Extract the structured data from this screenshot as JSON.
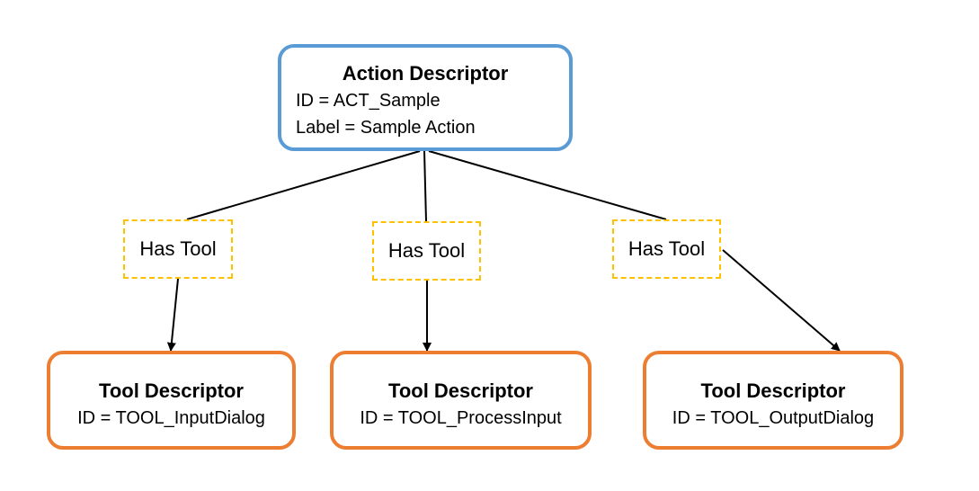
{
  "action": {
    "title": "Action Descriptor",
    "id_line": "ID = ACT_Sample",
    "label_line": "Label = Sample Action"
  },
  "relations": [
    {
      "label": "Has Tool"
    },
    {
      "label": "Has Tool"
    },
    {
      "label": "Has Tool"
    }
  ],
  "tools": [
    {
      "title": "Tool Descriptor",
      "id_line": "ID = TOOL_InputDialog"
    },
    {
      "title": "Tool Descriptor",
      "id_line": "ID = TOOL_ProcessInput"
    },
    {
      "title": "Tool Descriptor",
      "id_line": "ID = TOOL_OutputDialog"
    }
  ],
  "colors": {
    "action_border": "#5b9bd5",
    "relation_border": "#ffc000",
    "tool_border": "#ed7d31",
    "connector": "#000000"
  }
}
